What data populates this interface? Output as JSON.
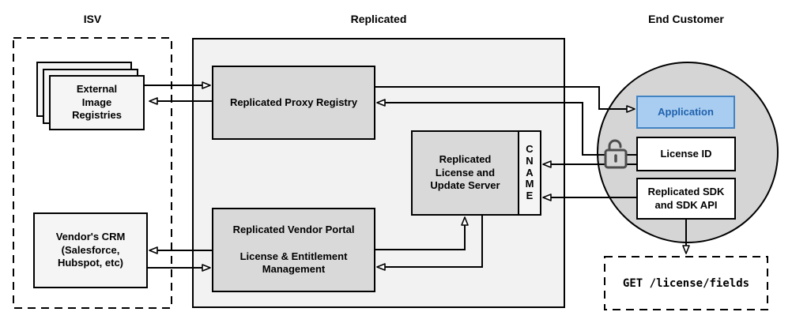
{
  "sections": {
    "isv": {
      "label": "ISV"
    },
    "replicated": {
      "label": "Replicated"
    },
    "end_customer": {
      "label": "End Customer"
    }
  },
  "nodes": {
    "external_registries": {
      "label": "External\nImage\nRegistries"
    },
    "vendor_crm": {
      "label": "Vendor's CRM\n(Salesforce,\nHubspot, etc)"
    },
    "proxy_registry": {
      "label": "Replicated Proxy Registry"
    },
    "license_server": {
      "label": "Replicated\nLicense and\nUpdate Server",
      "cname_label": "C\nN\nA\nM\nE",
      "cname_text": "CNAME"
    },
    "vendor_portal": {
      "label": "Replicated Vendor Portal\n\nLicense & Entitlement\nManagement"
    },
    "application": {
      "label": "Application"
    },
    "license_id": {
      "label": "License ID"
    },
    "sdk": {
      "label": "Replicated SDK\nand SDK API"
    },
    "get_endpoint": {
      "label": "GET /license/fields"
    }
  },
  "icons": {
    "unlock_icon": "unlocked-padlock"
  },
  "edges": [
    {
      "from": "external_registries",
      "to": "proxy_registry",
      "arrow": "into proxy_registry"
    },
    {
      "from": "proxy_registry",
      "to": "external_registries",
      "arrow": "into external_registries"
    },
    {
      "from": "proxy_registry",
      "to": "application",
      "arrow": "into application"
    },
    {
      "from": "license_id",
      "to": "proxy_registry",
      "arrow": "into proxy_registry, passes unlock icon"
    },
    {
      "from": "license_id",
      "to": "license_server_cname",
      "arrow": "into cname strip"
    },
    {
      "from": "sdk",
      "to": "license_server_cname",
      "arrow": "into cname strip"
    },
    {
      "from": "vendor_portal",
      "to": "license_server",
      "arrow": "up into license_server bottom"
    },
    {
      "from": "license_server",
      "to": "vendor_portal",
      "arrow": "into vendor_portal right edge"
    },
    {
      "from": "vendor_portal",
      "to": "vendor_crm",
      "arrow": "into vendor_crm"
    },
    {
      "from": "vendor_crm",
      "to": "vendor_portal",
      "arrow": "into vendor_portal"
    },
    {
      "from": "sdk",
      "to": "get_endpoint",
      "arrow": "down into get_endpoint"
    }
  ],
  "colors": {
    "canvas_bg": "#ffffff",
    "replicated_container_fill": "#f2f2f2",
    "node_fill": "#d9d9d9",
    "light_node_fill": "#f5f5f5",
    "circle_fill": "#d5d5d5",
    "application_fill": "#a9cdf0",
    "application_border": "#4283c4",
    "application_text": "#1f62ae",
    "line": "#000000"
  }
}
